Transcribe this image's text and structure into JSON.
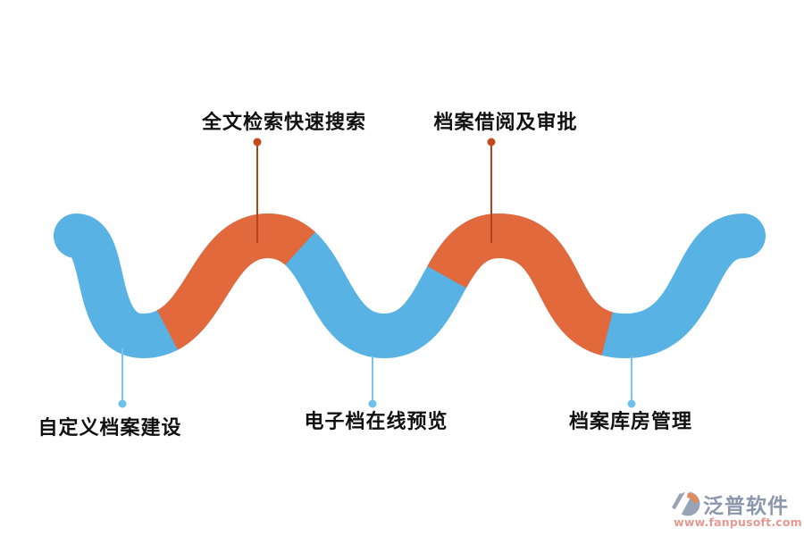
{
  "colors": {
    "background": "#ffffff",
    "wave_blue": "#58b2e4",
    "wave_orange": "#e2693b",
    "top_connector_line": "#b2431d",
    "top_connector_dot": "#c44a1e",
    "bottom_connector_line": "#7ac4ea",
    "bottom_connector_dot": "#6fc0ea",
    "label_text": "#111111",
    "brand_name_color": "#8b97ab",
    "brand_url_color": "#e49a90",
    "brand_icon_gray": "#98a3b6",
    "brand_icon_orange": "#e28a5c"
  },
  "steps": {
    "top": [
      {
        "label": "全文检索快速搜索"
      },
      {
        "label": "档案借阅及审批"
      }
    ],
    "bottom": [
      {
        "label": "自定义档案建设"
      },
      {
        "label": "电子档在线预览"
      },
      {
        "label": "档案库房管理"
      }
    ]
  },
  "watermark": {
    "brand": "泛普软件",
    "url": "www.fanpusoft.com"
  }
}
